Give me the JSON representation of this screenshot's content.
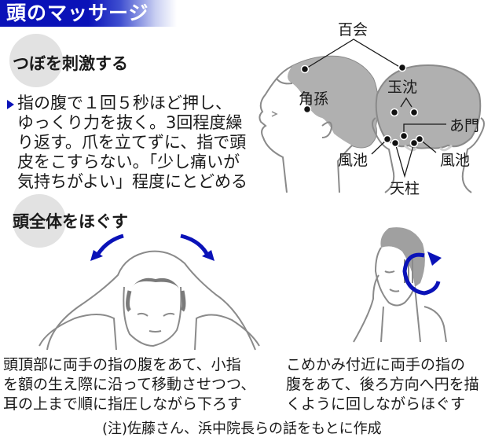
{
  "title": "頭のマッサージ",
  "colors": {
    "title_bar": "#0a12b8",
    "accent_arrow": "#0a12b8",
    "hair_gray": "#a8a8a8",
    "circle_deco": "#e2e2e2",
    "line": "#8a8a8a"
  },
  "section1": {
    "heading": "つぼを刺激する",
    "bullet_icon": "triangle-right-icon",
    "body_lines": [
      "指の腹で１回５秒ほど押し、",
      "ゆっくり力を抜く。3回程度繰",
      "り返す。爪を立てずに、指で頭",
      "皮をこすらない。「少し痛いが",
      "気持ちがよい」程度にとどめる"
    ]
  },
  "pressure_points_diagram": {
    "labels": {
      "top": "百会",
      "side": "角孫",
      "back_upper": "玉沈",
      "back_center": "あ門",
      "back_left": "風池",
      "back_right": "風池",
      "back_bottom": "天柱"
    }
  },
  "section2": {
    "heading": "頭全体をほぐす",
    "left_caption_lines": [
      "頭頂部に両手の指の腹をあて、小指",
      "を額の生え際に沿って移動させつつ、",
      "耳の上まで順に指圧しながら下ろす"
    ],
    "right_caption_lines": [
      "こめかみ付近に両手の指の",
      "腹をあて、後ろ方向へ円を描",
      "くように回しながらほぐす"
    ]
  },
  "note": "(注)佐藤さん、浜中院長らの話をもとに作成"
}
